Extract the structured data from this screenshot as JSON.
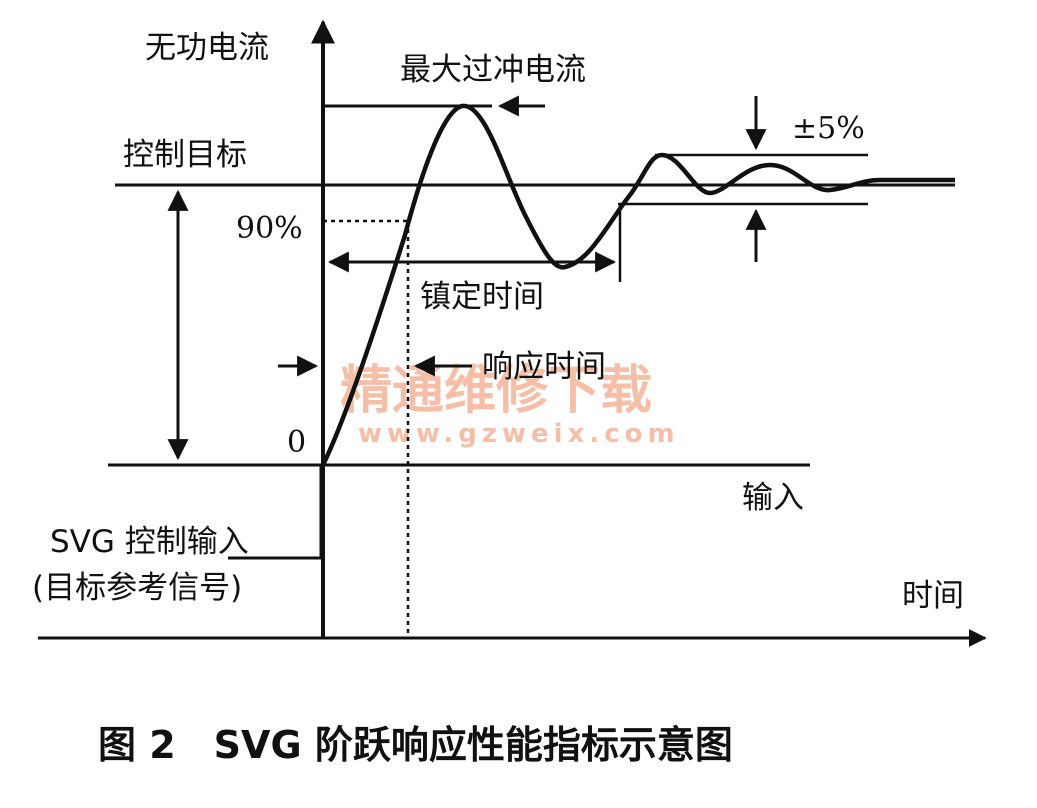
{
  "labels": {
    "y_axis": "无功电流",
    "x_axis": "时间",
    "overshoot": "最大过冲电流",
    "target": "控制目标",
    "ninety": "90%",
    "band": "±5%",
    "settling": "镇定时间",
    "response": "响应时间",
    "zero": "0",
    "input": "输入",
    "svg_input_1": "SVG 控制输入",
    "svg_input_2": "(目标参考信号)"
  },
  "watermark": {
    "text": "精通维修下载",
    "url": "www.gzweix.com",
    "color": "#f2a98a"
  },
  "caption": "图 2　SVG 阶跃响应性能指标示意图"
}
